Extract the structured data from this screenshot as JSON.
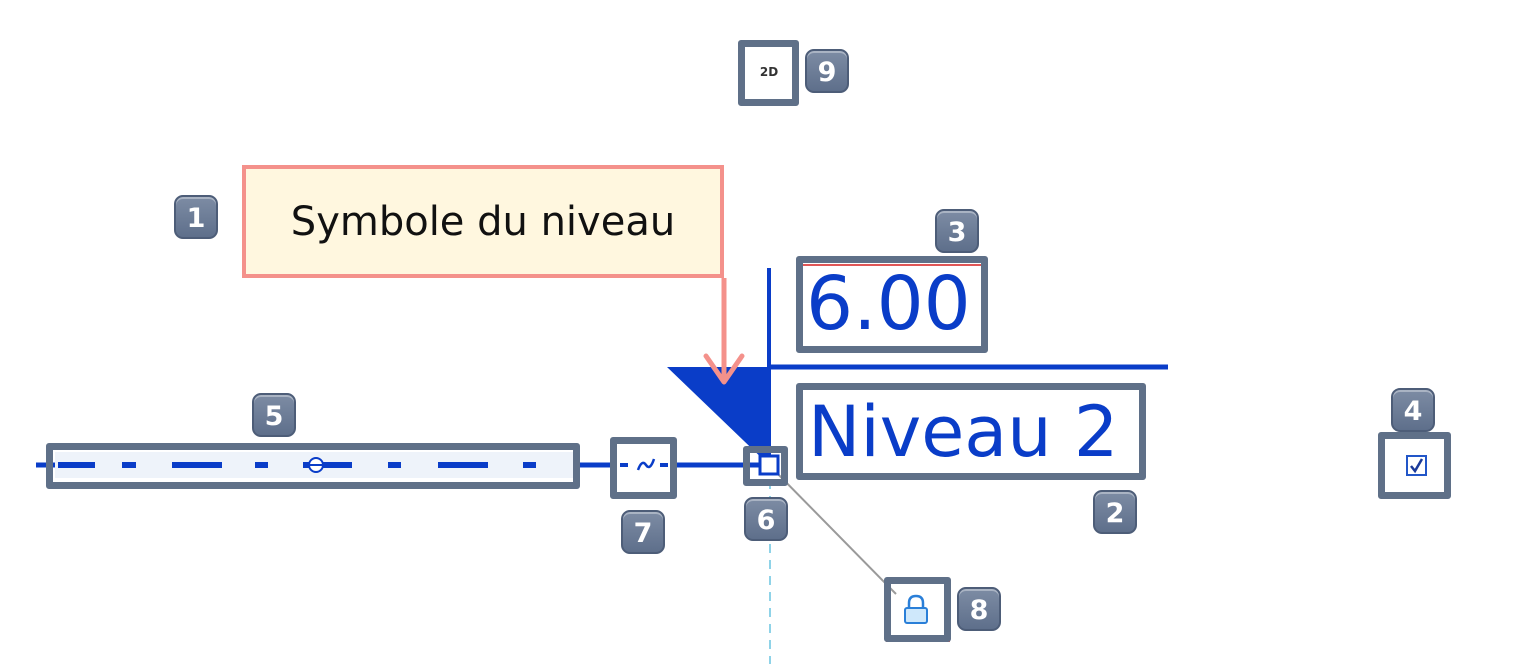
{
  "callout": {
    "text": "Symbole du niveau"
  },
  "level": {
    "elevation": "6.00",
    "name": "Niveau 2"
  },
  "icons": {
    "view_2d_label": "2D",
    "checkbox_glyph": "☑",
    "lock": "lock-icon",
    "break": "break-icon",
    "drag_handle": "square-handle-icon"
  },
  "badges": [
    "1",
    "2",
    "3",
    "4",
    "5",
    "6",
    "7",
    "8",
    "9"
  ],
  "colors": {
    "level_blue": "#0a3dc8",
    "callout_border": "#f4918b",
    "callout_fill": "#fff7df",
    "badge": "#6a7a94",
    "highlight_frame": "#5f7088",
    "dashed_guide": "#8fd3e8"
  }
}
